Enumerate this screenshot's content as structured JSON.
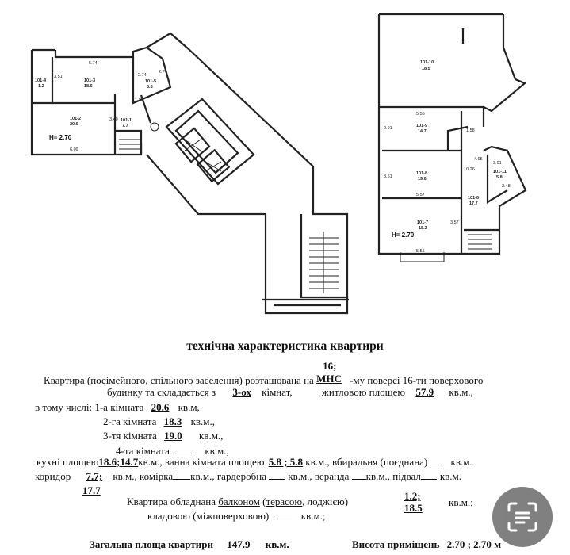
{
  "heading": "технічна характеристика квартири",
  "plan": {
    "left_rooms": [
      {
        "code": "101-4",
        "area": "1.2"
      },
      {
        "code": "101-3",
        "area": "18.6"
      },
      {
        "code": "101-5",
        "area": "5.8"
      },
      {
        "code": "101-2",
        "area": "20.6"
      },
      {
        "code": "101-1",
        "area": "7.7"
      }
    ],
    "left_dims": [
      "5.74",
      "3.51",
      "2.74",
      "2.74",
      "3.49",
      "6.09",
      "1.26"
    ],
    "left_height": "Н= 2.70",
    "right_rooms": [
      {
        "code": "101-10",
        "area": "18.5"
      },
      {
        "code": "101-9",
        "area": "14.7"
      },
      {
        "code": "101-8",
        "area": "19.0"
      },
      {
        "code": "101-11",
        "area": "5.8"
      },
      {
        "code": "101-6",
        "area": "17.7"
      },
      {
        "code": "101-7",
        "area": "18.3"
      }
    ],
    "right_dims": [
      "5.55",
      "2.91",
      "1.58",
      "10.26",
      "3.51",
      "5.57",
      "3.57",
      "5.55",
      "3.01",
      "2.48",
      "4.95"
    ],
    "right_height": "Н= 2.70"
  },
  "form": {
    "l1": {
      "prefix": "Квартира (посімейного, спільного заселення) розташована на",
      "floor_a": "16;",
      "floor_b": "МНС",
      "suffix": "-му  поверсі 16-ти поверхового"
    },
    "l2": {
      "a": "будинку та складається з",
      "rooms": "3-ох",
      "b": "кімнат,",
      "c": "житловою площею",
      "living": "57.9",
      "d": "кв.м.,"
    },
    "l3": "в тому числі: 1-а кімната",
    "r1": {
      "val": "20.6",
      "unit": "кв.м,"
    },
    "l4": "2-га кімната",
    "r2": {
      "val": "18.3",
      "unit": "кв.м.,"
    },
    "l5": "3-тя кімната",
    "r3": {
      "val": "19.0",
      "unit": "кв.м.,"
    },
    "l6": "4-та кімната",
    "r4": {
      "unit": "кв.м.,"
    },
    "l7": {
      "a": "кухні площею",
      "val": "18.6;14.7",
      "b": "кв.м., ванна кімната площею",
      "bath": "5.8 ; 5.8",
      "c": "кв.м.,  вбиральня (поєднана)",
      "d": "кв.м."
    },
    "l8": {
      "a": "коридор",
      "val": "7.7;",
      "b": "кв.м., комірка",
      "c": "кв.м., гардеробна",
      "d": "кв.м., веранда",
      "e": "кв.м., підвал",
      "f": "кв.м."
    },
    "l8b": "17.7",
    "l9": {
      "a": "Квартира обладнана",
      "balcony": "балконом",
      "b": "(",
      "terrace": "терасою",
      "c": ", лоджією)",
      "v1": "1.2;",
      "v2": "18.5",
      "d": "кв.м.;"
    },
    "l10": {
      "a": "кладовою (міжповерховою)",
      "b": "кв.м.;"
    },
    "l11": {
      "a": "Загальна площа квартири",
      "total": "147.9",
      "b": "кв.м.",
      "c": "Висота приміщень",
      "h": "2.70 ; 2.70",
      "d": "м"
    }
  }
}
